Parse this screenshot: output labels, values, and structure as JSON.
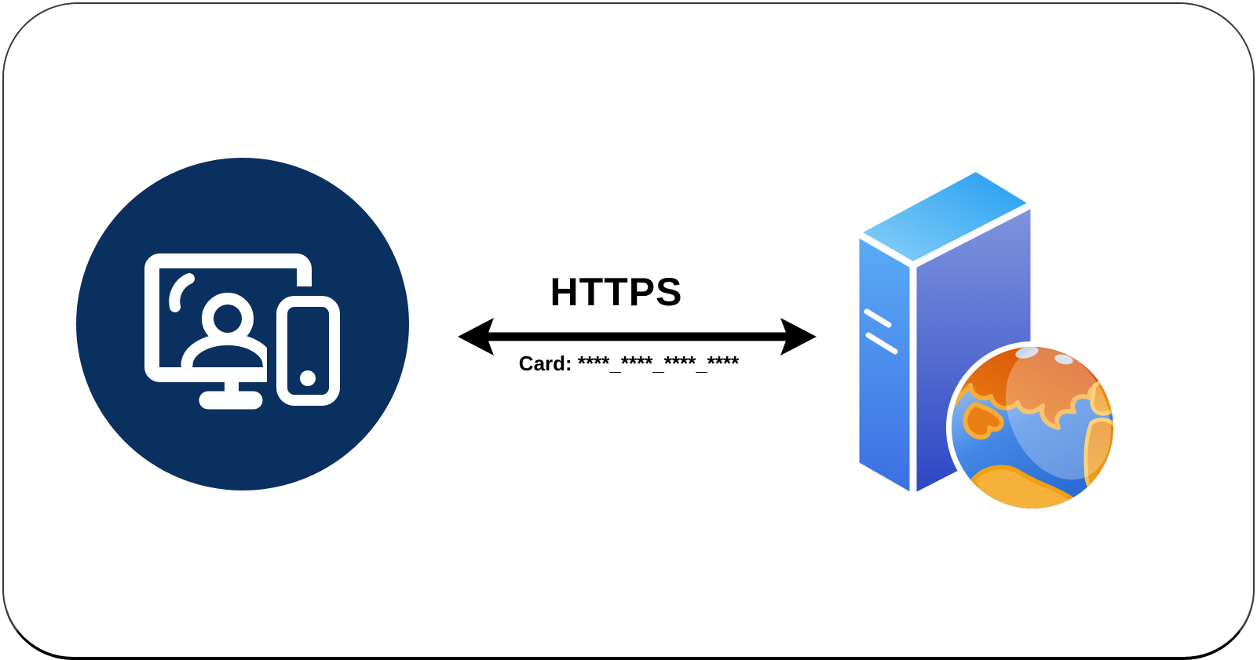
{
  "diagram": {
    "type": "secure-payment-communication",
    "frame": {
      "background_color": "#FFFFFF",
      "border_color": "#3A3A3A"
    },
    "client": {
      "icon": "client-devices-icon",
      "description": "Desktop monitor with user avatar and smartphone inside a dark navy circle",
      "circle_color": "#0A3060",
      "glyph_color": "#FFFFFF"
    },
    "connection": {
      "protocol_label": "HTTPS",
      "payload_label": "Card: ****_****_****_****",
      "arrow_direction": "bidirectional",
      "arrow_color": "#000000",
      "text_color": "#000000"
    },
    "server": {
      "icon": "web-server-globe-icon",
      "description": "3D blue server tower with globe of the Earth",
      "tower_top_color": "#2BA0F2",
      "tower_left_color": "#4D9AF3",
      "tower_front_top_color": "#8295DE",
      "tower_front_bottom_color": "#2B45C4",
      "globe_ocean_color": "#4387E6",
      "globe_land_red": "#D04506",
      "globe_land_orange": "#EE8312",
      "globe_land_gold": "#F5B13A"
    }
  }
}
